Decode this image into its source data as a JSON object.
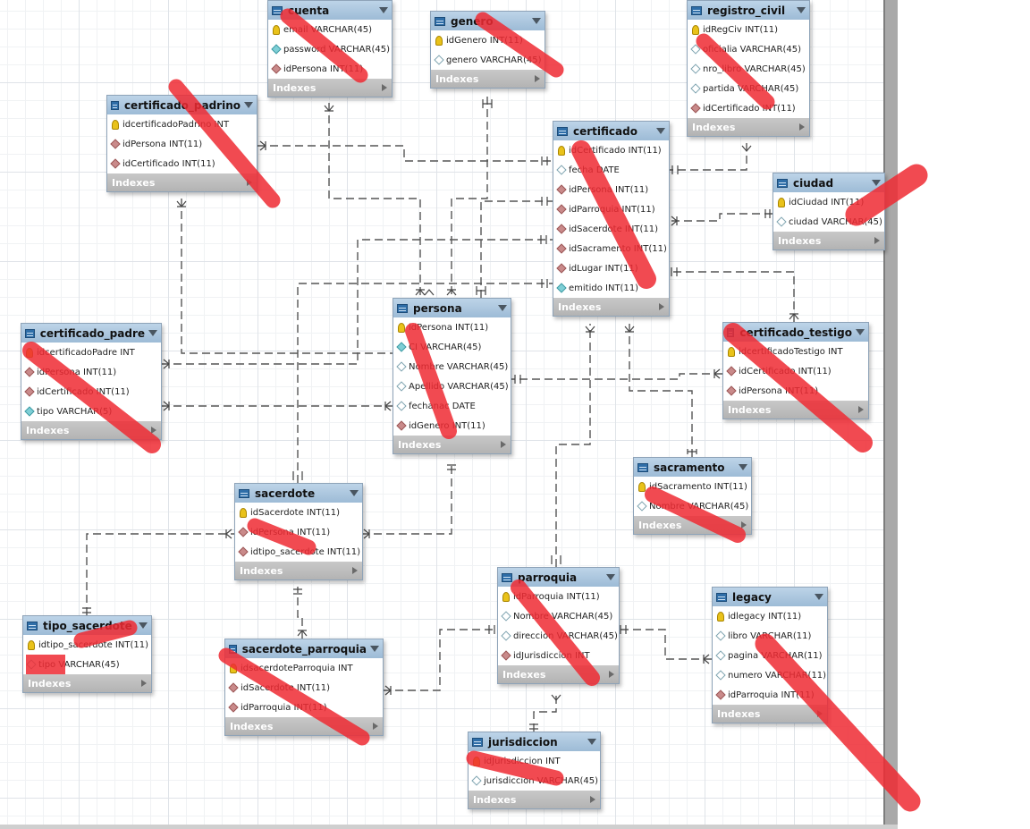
{
  "colors": {
    "header_top": "#bdd4e8",
    "header_bottom": "#9dbbd6",
    "footer": "#bfbfbf",
    "wire": "#555555",
    "pk": "#e9c21a",
    "fk": "#c98a8a",
    "notnull": "#7ecfd6",
    "redaction": "#ee2a33"
  },
  "icons": {
    "table": "table-icon",
    "caret": "chevron-down-icon",
    "expand": "triangle-right-icon",
    "pk": "key-icon",
    "fk": "fk-diamond-icon",
    "nn": "notnull-diamond-icon",
    "col": "column-diamond-icon"
  },
  "tables": [
    {
      "id": "cuenta",
      "name": "cuenta",
      "footer": "Indexes",
      "columns": [
        {
          "text": "email VARCHAR(45)",
          "key": "pk"
        },
        {
          "text": "password VARCHAR(45)",
          "key": "nn"
        },
        {
          "text": "idPersona INT(11)",
          "key": "fk"
        }
      ]
    },
    {
      "id": "genero",
      "name": "genero",
      "footer": "Indexes",
      "columns": [
        {
          "text": "idGenero INT(11)",
          "key": "pk"
        },
        {
          "text": "genero VARCHAR(45)",
          "key": "col"
        }
      ]
    },
    {
      "id": "registro_civil",
      "name": "registro_civil",
      "footer": "Indexes",
      "columns": [
        {
          "text": "idRegCiv INT(11)",
          "key": "pk"
        },
        {
          "text": "oficialia VARCHAR(45)",
          "key": "col"
        },
        {
          "text": "nro_libro VARCHAR(45)",
          "key": "col"
        },
        {
          "text": "partida VARCHAR(45)",
          "key": "col"
        },
        {
          "text": "idCertificado INT(11)",
          "key": "fk"
        }
      ]
    },
    {
      "id": "certificado_padrino",
      "name": "certificado_padrino",
      "footer": "Indexes",
      "columns": [
        {
          "text": "idcertificadoPadrino INT",
          "key": "pk"
        },
        {
          "text": "idPersona INT(11)",
          "key": "fk"
        },
        {
          "text": "idCertificado INT(11)",
          "key": "fk"
        }
      ]
    },
    {
      "id": "certificado",
      "name": "certificado",
      "footer": "Indexes",
      "columns": [
        {
          "text": "idCertificado INT(11)",
          "key": "pk"
        },
        {
          "text": "fecha DATE",
          "key": "col"
        },
        {
          "text": "idPersona INT(11)",
          "key": "fk"
        },
        {
          "text": "idParroquia INT(11)",
          "key": "fk"
        },
        {
          "text": "idSacerdote INT(11)",
          "key": "fk"
        },
        {
          "text": "idSacramento INT(11)",
          "key": "fk"
        },
        {
          "text": "idLugar INT(11)",
          "key": "fk"
        },
        {
          "text": "emitido INT(11)",
          "key": "nn"
        }
      ]
    },
    {
      "id": "ciudad",
      "name": "ciudad",
      "footer": "Indexes",
      "columns": [
        {
          "text": "idCiudad INT(11)",
          "key": "pk"
        },
        {
          "text": "ciudad VARCHAR(45)",
          "key": "col"
        }
      ]
    },
    {
      "id": "certificado_padre",
      "name": "certificado_padre",
      "footer": "Indexes",
      "columns": [
        {
          "text": "idcertificadoPadre INT",
          "key": "pk"
        },
        {
          "text": "idPersona INT(11)",
          "key": "fk"
        },
        {
          "text": "idCertificado INT(11)",
          "key": "fk"
        },
        {
          "text": "tipo VARCHAR(5)",
          "key": "nn"
        }
      ]
    },
    {
      "id": "persona",
      "name": "persona",
      "footer": "Indexes",
      "columns": [
        {
          "text": "idPersona INT(11)",
          "key": "pk"
        },
        {
          "text": "CI VARCHAR(45)",
          "key": "nn"
        },
        {
          "text": "Nombre VARCHAR(45)",
          "key": "col"
        },
        {
          "text": "Apellido VARCHAR(45)",
          "key": "col"
        },
        {
          "text": "fechanac DATE",
          "key": "col"
        },
        {
          "text": "idGenero INT(11)",
          "key": "fk"
        }
      ]
    },
    {
      "id": "certificado_testigo",
      "name": "certificado_testigo",
      "footer": "Indexes",
      "columns": [
        {
          "text": "idcertificadoTestigo INT",
          "key": "pk"
        },
        {
          "text": "idCertificado INT(11)",
          "key": "fk"
        },
        {
          "text": "idPersona INT(11)",
          "key": "fk"
        }
      ]
    },
    {
      "id": "sacramento",
      "name": "sacramento",
      "footer": "Indexes",
      "columns": [
        {
          "text": "idSacramento INT(11)",
          "key": "pk"
        },
        {
          "text": "Nombre VARCHAR(45)",
          "key": "col"
        }
      ]
    },
    {
      "id": "sacerdote",
      "name": "sacerdote",
      "footer": "Indexes",
      "columns": [
        {
          "text": "idSacerdote INT(11)",
          "key": "pk"
        },
        {
          "text": "idPersona INT(11)",
          "key": "fk"
        },
        {
          "text": "idtipo_sacerdote INT(11)",
          "key": "fk"
        }
      ]
    },
    {
      "id": "parroquia",
      "name": "parroquia",
      "footer": "Indexes",
      "columns": [
        {
          "text": "idParroquia INT(11)",
          "key": "pk"
        },
        {
          "text": "Nombre VARCHAR(45)",
          "key": "col"
        },
        {
          "text": "direccion VARCHAR(45)",
          "key": "col"
        },
        {
          "text": "idJurisdiccion INT",
          "key": "fk"
        }
      ]
    },
    {
      "id": "legacy",
      "name": "legacy",
      "footer": "Indexes",
      "columns": [
        {
          "text": "idlegacy INT(11)",
          "key": "pk"
        },
        {
          "text": "libro VARCHAR(11)",
          "key": "col"
        },
        {
          "text": "pagina VARCHAR(11)",
          "key": "col"
        },
        {
          "text": "numero VARCHAR(11)",
          "key": "col"
        },
        {
          "text": "idParroquia INT(11)",
          "key": "fk"
        }
      ]
    },
    {
      "id": "tipo_sacerdote",
      "name": "tipo_sacerdote",
      "footer": "Indexes",
      "columns": [
        {
          "text": "idtipo_sacerdote INT(11)",
          "key": "pk"
        },
        {
          "text": "tipo VARCHAR(45)",
          "key": "col"
        }
      ]
    },
    {
      "id": "sacerdote_parroquia",
      "name": "sacerdote_parroquia",
      "footer": "Indexes",
      "columns": [
        {
          "text": "idsacerdoteParroquia INT",
          "key": "pk"
        },
        {
          "text": "idSacerdote INT(11)",
          "key": "fk"
        },
        {
          "text": "idParroquia INT(11)",
          "key": "fk"
        }
      ]
    },
    {
      "id": "jurisdiccion",
      "name": "jurisdiccion",
      "footer": "Indexes",
      "columns": [
        {
          "text": "idJurisdiccion INT",
          "key": "pk"
        },
        {
          "text": "jurisdiccion VARCHAR(45)",
          "key": "col"
        }
      ]
    }
  ]
}
